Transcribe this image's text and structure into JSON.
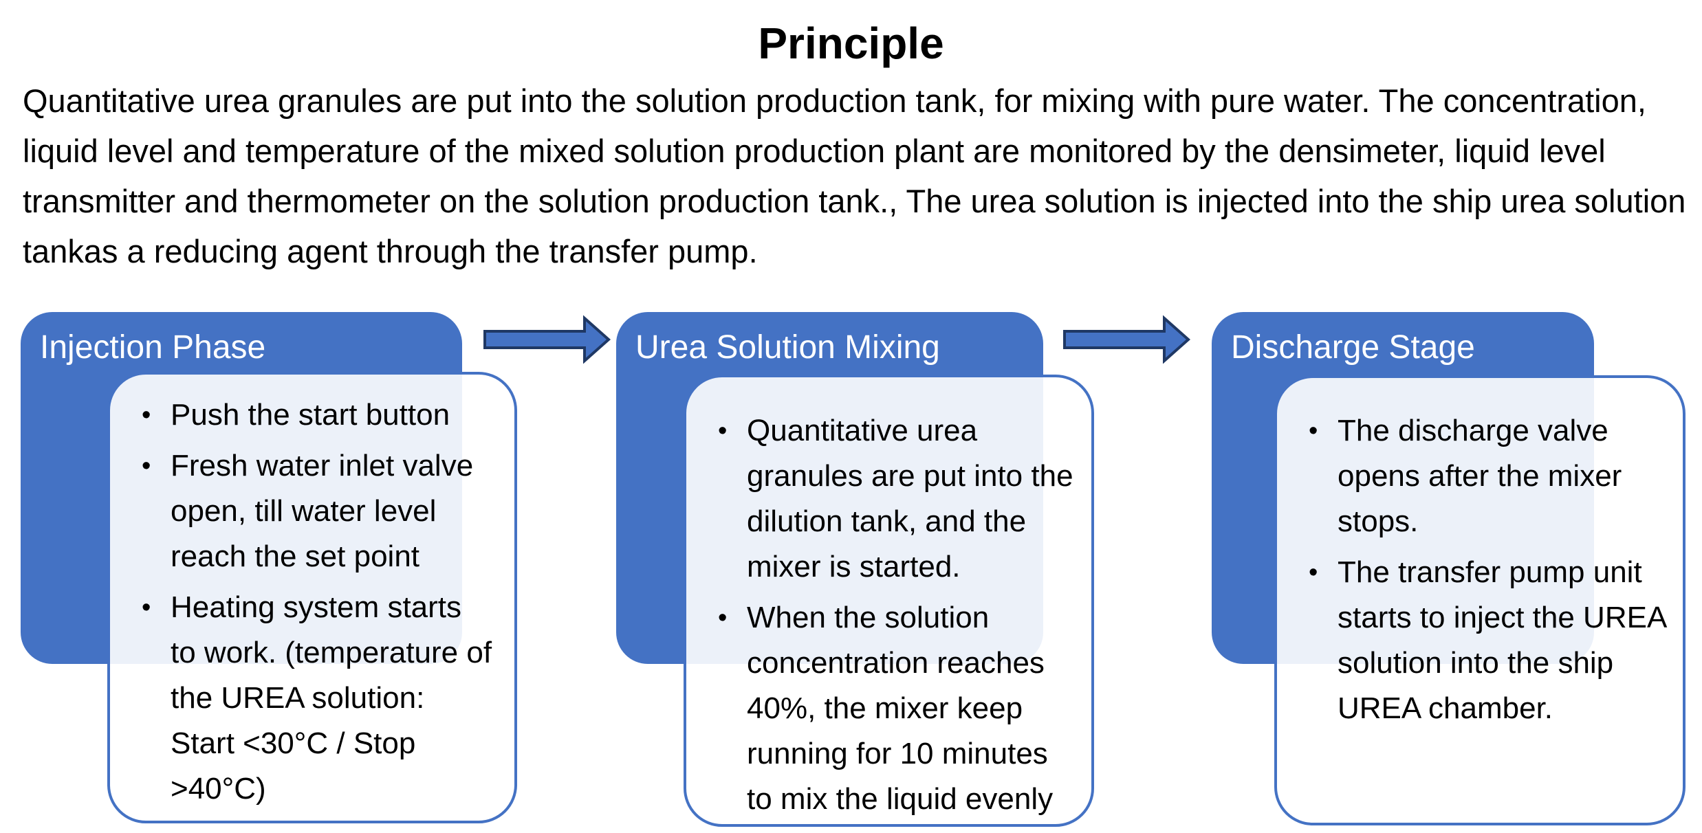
{
  "title": "Principle",
  "intro": "Quantitative urea granules are put into the solution production tank, for mixing with pure water. The concentration, liquid level and temperature of the mixed solution production plant are monitored by the densimeter, liquid level transmitter and thermometer on the solution production tank., The urea solution is injected into the ship urea solution tankas a reducing agent through the transfer pump.",
  "colors": {
    "accent": "#4472c4",
    "arrow_fill": "#4472c4",
    "arrow_stroke": "#1f3864"
  },
  "stages": [
    {
      "header": "Injection Phase",
      "items": [
        "Push the start button",
        "Fresh water inlet valve open, till water level reach the set point",
        "Heating system starts to work. (temperature of the UREA solution: Start <30°C / Stop >40°C)"
      ]
    },
    {
      "header": "Urea Solution Mixing",
      "items": [
        "Quantitative urea granules are put into the dilution  tank,  and the mixer is started.",
        "When the solution concentration reaches 40%, the mixer keep running for 10 minutes to mix the liquid evenly"
      ]
    },
    {
      "header": "Discharge Stage",
      "items": [
        "The discharge valve opens after the mixer stops.",
        "The transfer pump unit starts to inject the UREA solution into the ship UREA chamber."
      ]
    }
  ]
}
